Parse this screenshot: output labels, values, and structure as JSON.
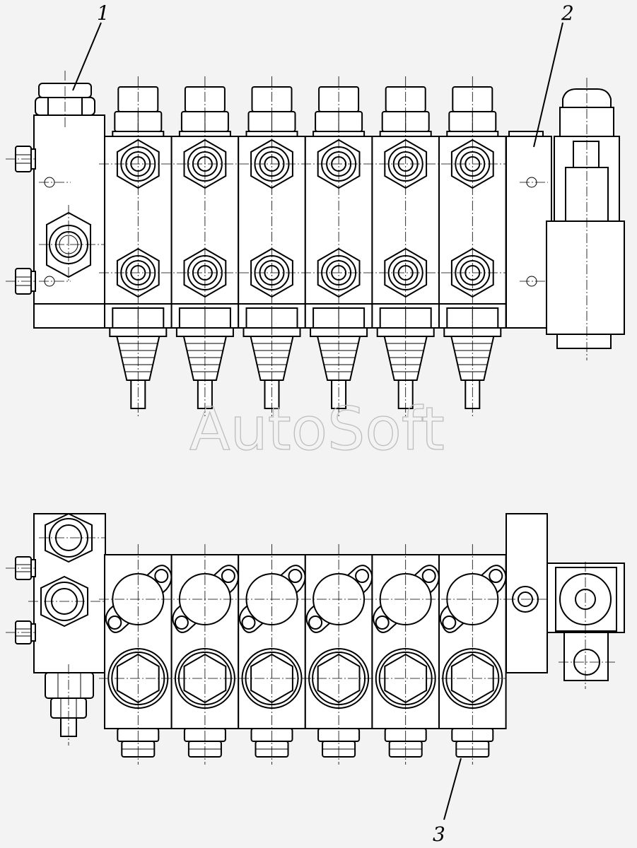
{
  "labels": [
    {
      "id": "1",
      "text": "1"
    },
    {
      "id": "2",
      "text": "2"
    },
    {
      "id": "3",
      "text": "3"
    }
  ],
  "watermark": "AutoSoft",
  "sections": {
    "count": 6
  }
}
